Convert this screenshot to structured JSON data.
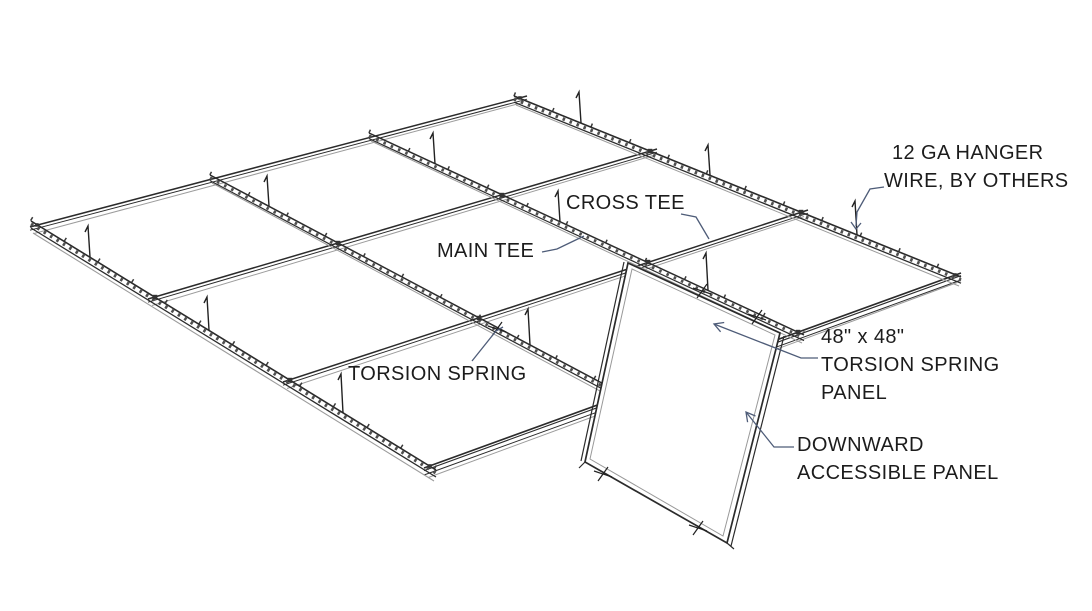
{
  "page": {
    "background": "#ffffff"
  },
  "colors": {
    "ink": "#1c1c1c",
    "leader_line": "#4e5c78",
    "grid_line_dark": "#2b2b2b",
    "grid_line_gray": "#9c9c9c"
  },
  "labels": {
    "hanger_wire": {
      "line1": "12 GA HANGER",
      "line2": "WIRE, BY OTHERS"
    },
    "cross_tee": {
      "line1": "CROSS TEE"
    },
    "main_tee": {
      "line1": "MAIN TEE"
    },
    "torsion_spring": {
      "line1": "TORSION SPRING"
    },
    "panel_48": {
      "line1": "48\" x 48\"",
      "line2": "TORSION SPRING",
      "line3": "PANEL"
    },
    "downward_panel": {
      "line1": "DOWNWARD",
      "line2": "ACCESSIBLE PANEL"
    }
  }
}
